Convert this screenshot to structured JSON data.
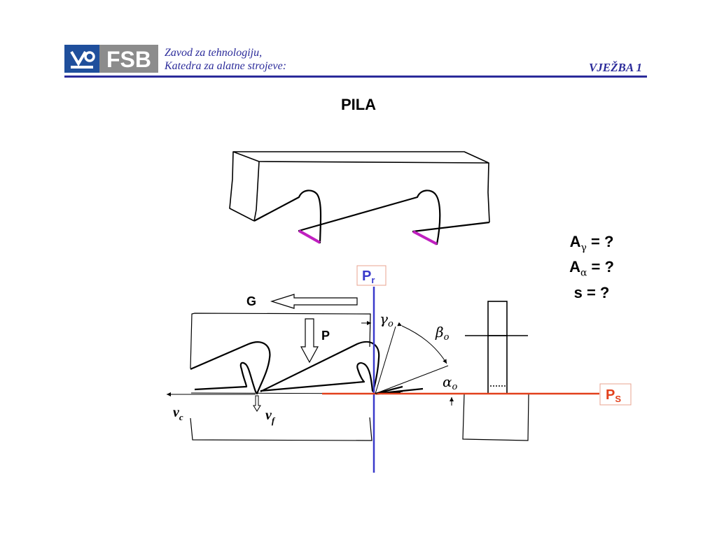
{
  "header": {
    "institute_line1": "Zavod za tehnologiju,",
    "institute_line2": "Katedra za alatne strojeve:",
    "exercise": "VJEŽBA 1",
    "logo_text": "FSB"
  },
  "title": "PILA",
  "questions": {
    "a_gamma": {
      "base": "A",
      "sub": "γ",
      "tail": " = ?"
    },
    "a_alpha": {
      "base": "A",
      "sub": "α",
      "tail": " = ?"
    },
    "s": "s = ?"
  },
  "labels": {
    "pr_base": "P",
    "pr_sub": "r",
    "ps_base": "P",
    "ps_sub": "S",
    "g": "G",
    "p": "P",
    "gamma": "γ",
    "gamma_sub": "o",
    "beta": "β",
    "beta_sub": "o",
    "alpha": "α",
    "alpha_sub": "o",
    "vc": "v",
    "vc_sub": "c",
    "vf": "v",
    "vf_sub": "f"
  },
  "colors": {
    "brand_blue": "#2b2b9a",
    "logo_blue": "#1f4f9c",
    "logo_grey": "#8c8c8c",
    "plane_pr": "#3a3acb",
    "plane_ps": "#e2401c",
    "edge_highlight": "#c020c0"
  }
}
